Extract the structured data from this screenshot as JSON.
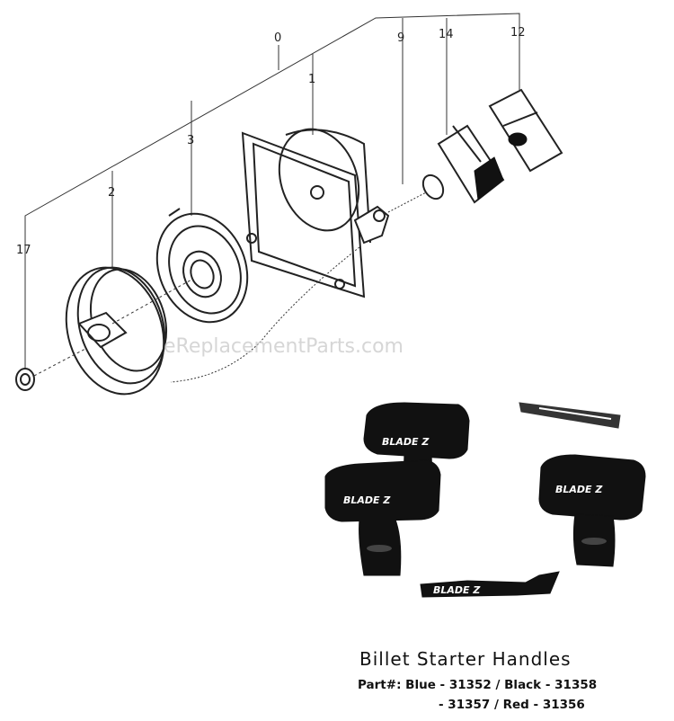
{
  "diagram": {
    "callouts": [
      "0",
      "9",
      "14",
      "12",
      "1",
      "3",
      "2",
      "17"
    ],
    "watermark": "eReplacementParts.com",
    "brand_mark": "BLADE Z"
  },
  "caption": {
    "title": "Billet Starter Handles",
    "line1": "Part#:  Blue - 31352 / Black - 31358",
    "line2": "- 31357 / Red - 31356"
  }
}
